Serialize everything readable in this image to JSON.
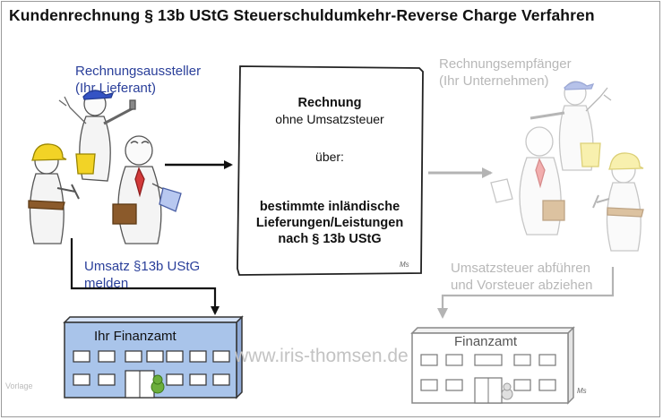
{
  "title": "Kundenrechnung § 13b UStG Steuerschuldumkehr-Reverse Charge Verfahren",
  "issuer": {
    "line1": "Rechnungsaussteller",
    "line2": "(Ihr Lieferant)"
  },
  "recipient": {
    "line1": "Rechnungsempfänger",
    "line2": "(Ihr Unternehmen)"
  },
  "invoice": {
    "heading": "Rechnung",
    "subheading": "ohne Umsatzsteuer",
    "ueber": "über:",
    "bold1": "bestimmte inländische",
    "bold2": "Lieferungen/Leistungen",
    "bold3": "nach § 13b UStG",
    "signature": "Ms"
  },
  "report": {
    "line1": "Umsatz §13b UStG",
    "line2": "melden"
  },
  "pay": {
    "line1": "Umsatzsteuer abführen",
    "line2": "und Vorsteuer abziehen"
  },
  "office_left": {
    "label": "Ihr Finanzamt"
  },
  "office_right": {
    "label": "Finanzamt",
    "signature": "Ms"
  },
  "watermark": "www.iris-thomsen.de",
  "footer": "Vorlage",
  "colors": {
    "blue_text": "#2a3f9a",
    "grey_text": "#b8b8b8",
    "building_blue": "#a9c4ea",
    "tree_green": "#6cae3c",
    "helmet_yellow": "#f2d326",
    "cap_blue": "#3453c4",
    "tie_red": "#d23a3a"
  }
}
